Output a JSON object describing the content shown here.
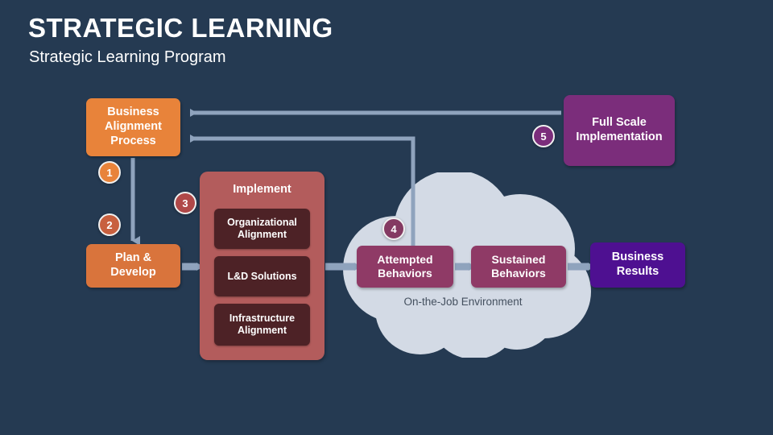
{
  "header": {
    "title": "STRATEGIC LEARNING",
    "subtitle": "Strategic Learning Program"
  },
  "diagram": {
    "background_color": "#253a52",
    "connector_color": "#8fa3bd",
    "nodes": {
      "business_alignment": {
        "label": "Business Alignment Process",
        "color": "#e8833a"
      },
      "plan_develop": {
        "label": "Plan & Develop",
        "color": "#d9743c"
      },
      "implement": {
        "title": "Implement",
        "color": "#b35c5c",
        "items": [
          {
            "label": "Organizational Alignment"
          },
          {
            "label": "L&D Solutions"
          },
          {
            "label": "Infrastructure Alignment"
          }
        ],
        "item_color": "#4d2226"
      },
      "attempted_behaviors": {
        "label": "Attempted Behaviors",
        "color": "#8f3a66"
      },
      "sustained_behaviors": {
        "label": "Sustained Behaviors",
        "color": "#8f3a66"
      },
      "business_results": {
        "label": "Business Results",
        "color": "#4e1091"
      },
      "full_scale": {
        "label": "Full Scale Implementation",
        "color": "#7b2d7b"
      },
      "cloud": {
        "label": "On-the-Job Environment",
        "color": "#d3dae5",
        "text_color": "#44505f"
      }
    },
    "badges": [
      {
        "number": "1",
        "color": "#e8833a"
      },
      {
        "number": "2",
        "color": "#c8603f"
      },
      {
        "number": "3",
        "color": "#b04848"
      },
      {
        "number": "4",
        "color": "#843a62"
      },
      {
        "number": "5",
        "color": "#7b2d7b"
      }
    ]
  }
}
